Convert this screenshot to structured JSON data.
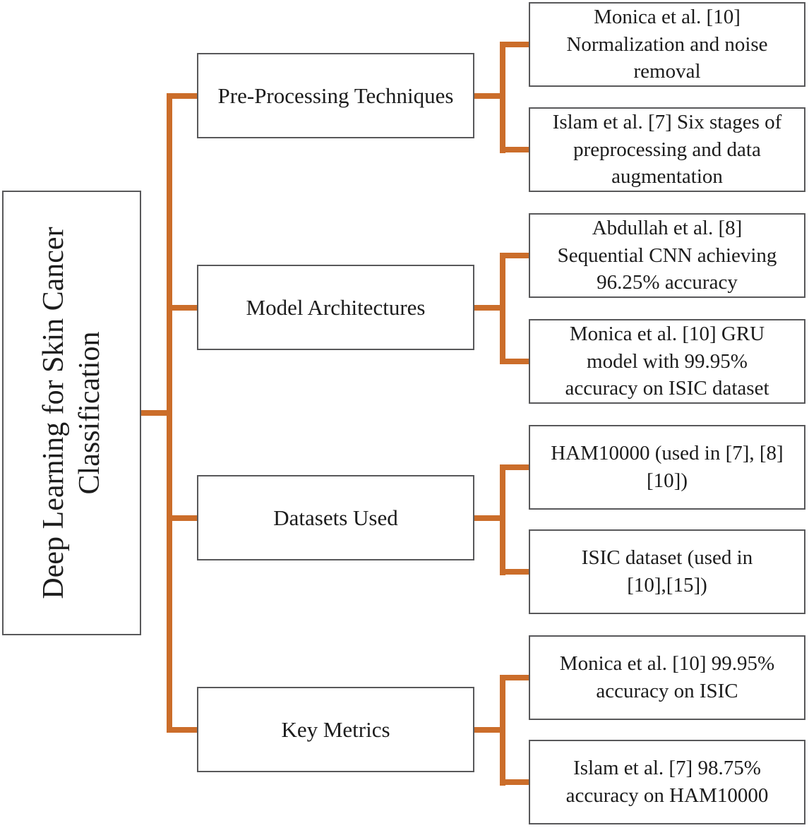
{
  "root": {
    "lines": [
      "Deep Learning for Skin Cancer",
      "Classification"
    ]
  },
  "branches": [
    {
      "label": "Pre-Processing Techniques",
      "children": [
        {
          "lines": [
            "Monica et al. [10]",
            "Normalization and noise",
            "removal"
          ]
        },
        {
          "lines": [
            "Islam et al. [7] Six stages of",
            "preprocessing and data",
            "augmentation"
          ]
        }
      ]
    },
    {
      "label": "Model Architectures",
      "children": [
        {
          "lines": [
            "Abdullah et al. [8]",
            "Sequential CNN achieving",
            "96.25% accuracy"
          ]
        },
        {
          "lines": [
            "Monica et al. [10] GRU",
            "model with 99.95%",
            "accuracy on ISIC dataset"
          ]
        }
      ]
    },
    {
      "label": "Datasets Used",
      "children": [
        {
          "lines": [
            "HAM10000 (used in [7], [8]",
            "[10])"
          ]
        },
        {
          "lines": [
            "ISIC dataset (used in",
            "[10],[15])"
          ]
        }
      ]
    },
    {
      "label": "Key Metrics",
      "children": [
        {
          "lines": [
            "Monica et al. [10] 99.95%",
            "accuracy on ISIC"
          ]
        },
        {
          "lines": [
            "Islam et al. [7] 98.75%",
            "accuracy on HAM10000"
          ]
        }
      ]
    }
  ],
  "colors": {
    "connector": "#CB6D2A",
    "box_border": "#58585a",
    "text": "#1c1c1c",
    "box_fill": "#ffffff"
  }
}
